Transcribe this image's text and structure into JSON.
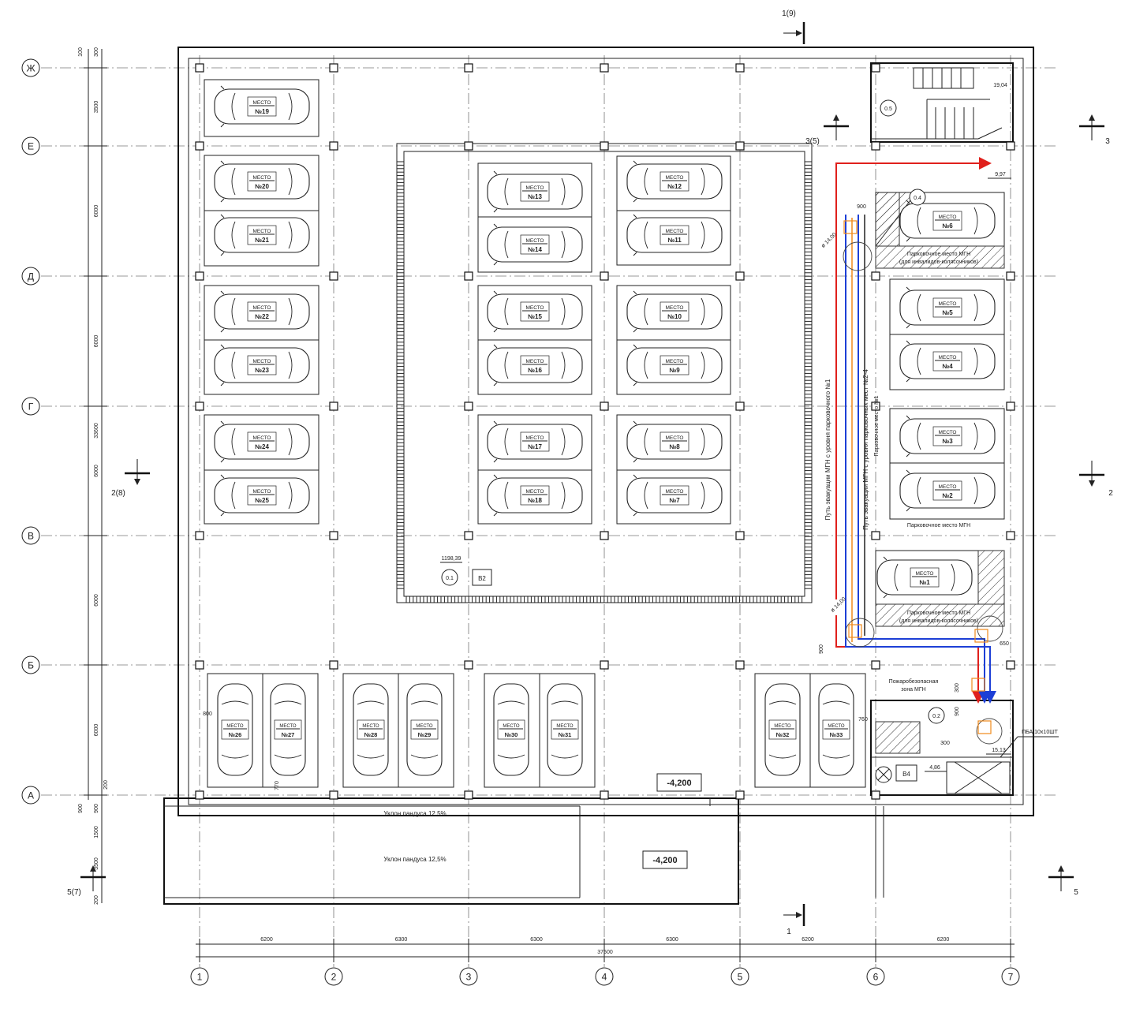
{
  "axes": {
    "letters": [
      "Ж",
      "Е",
      "Д",
      "Г",
      "В",
      "Б",
      "А"
    ],
    "numbers": [
      "1",
      "2",
      "3",
      "4",
      "5",
      "6",
      "7"
    ]
  },
  "dims": {
    "bottom_spans": [
      "6200",
      "6300",
      "6300",
      "6300",
      "6200",
      "6200"
    ],
    "bottom_total": "37500",
    "left_spans": [
      "3500",
      "6000",
      "6000",
      "6000",
      "6000",
      "6000"
    ],
    "left_total": "33600",
    "left_top_a": "100",
    "left_top_b": "300",
    "left_ramp": [
      "900",
      "1500",
      "3500",
      "200"
    ],
    "misc": [
      "900",
      "900",
      "800",
      "760",
      "770",
      "300",
      "900",
      "200",
      "300",
      "650"
    ]
  },
  "sections": {
    "top": "1(9)",
    "bottom": "1",
    "left_mid": "2(8)",
    "left_bottom": "5(7)",
    "right_top": "3",
    "right_top_inner": "3(5)",
    "right_mid": "2",
    "right_bottom": "5"
  },
  "levels": {
    "main": "-4,200",
    "ramp": "-4,200",
    "stair": "19,04",
    "small": "9,97",
    "corner": "15,13",
    "lift": "4,86"
  },
  "spot_word": "МЕСТО",
  "spots": [
    {
      "num": "№19"
    },
    {
      "num": "№20"
    },
    {
      "num": "№21"
    },
    {
      "num": "№22"
    },
    {
      "num": "№23"
    },
    {
      "num": "№24"
    },
    {
      "num": "№25"
    },
    {
      "num": "№13"
    },
    {
      "num": "№14"
    },
    {
      "num": "№15"
    },
    {
      "num": "№16"
    },
    {
      "num": "№17"
    },
    {
      "num": "№18"
    },
    {
      "num": "№12"
    },
    {
      "num": "№11"
    },
    {
      "num": "№10"
    },
    {
      "num": "№9"
    },
    {
      "num": "№8"
    },
    {
      "num": "№7"
    },
    {
      "num": "№6"
    },
    {
      "num": "№5"
    },
    {
      "num": "№4"
    },
    {
      "num": "№3"
    },
    {
      "num": "№2"
    },
    {
      "num": "№1"
    },
    {
      "num": "№26"
    },
    {
      "num": "№27"
    },
    {
      "num": "№28"
    },
    {
      "num": "№29"
    },
    {
      "num": "№30"
    },
    {
      "num": "№31"
    },
    {
      "num": "№32"
    },
    {
      "num": "№33"
    }
  ],
  "rooms": {
    "r01": "0.1",
    "r02": "0.2",
    "r04": "0.4",
    "r05": "0.5",
    "b2": "В2",
    "b4": "В4",
    "area": "1198,39"
  },
  "notes": {
    "mgn_top": "Парковочное место МГН",
    "mgn_top_sub": "(для инвалидов-колясочников)",
    "mgn_mid": "Парковочное место МГН",
    "mgn_bottom": "Парковочное место МГН",
    "mgn_bottom_sub": "(для инвалидов-колясочников)",
    "safe_zone": "Пожаробезопасная",
    "safe_zone2": "зона МГН",
    "route_red": "Путь эвакуации МГН с уровня парковочного №1",
    "route_blue": "Путь эвакуации МГН с уровня парковочных мест №2-4",
    "route_blue2": "Парковочное место №1",
    "pba": "ПБА 10х10ШТ",
    "ramp1": "Уклон пандуса 12,5%",
    "ramp2": "Уклон пандуса 12,5%",
    "d1": "ø 14,00",
    "d2": "ø 14,00"
  },
  "colors": {
    "red": "#e0201c",
    "blue": "#1d3fd6",
    "orange": "#f08a1c",
    "ink": "#222222"
  }
}
